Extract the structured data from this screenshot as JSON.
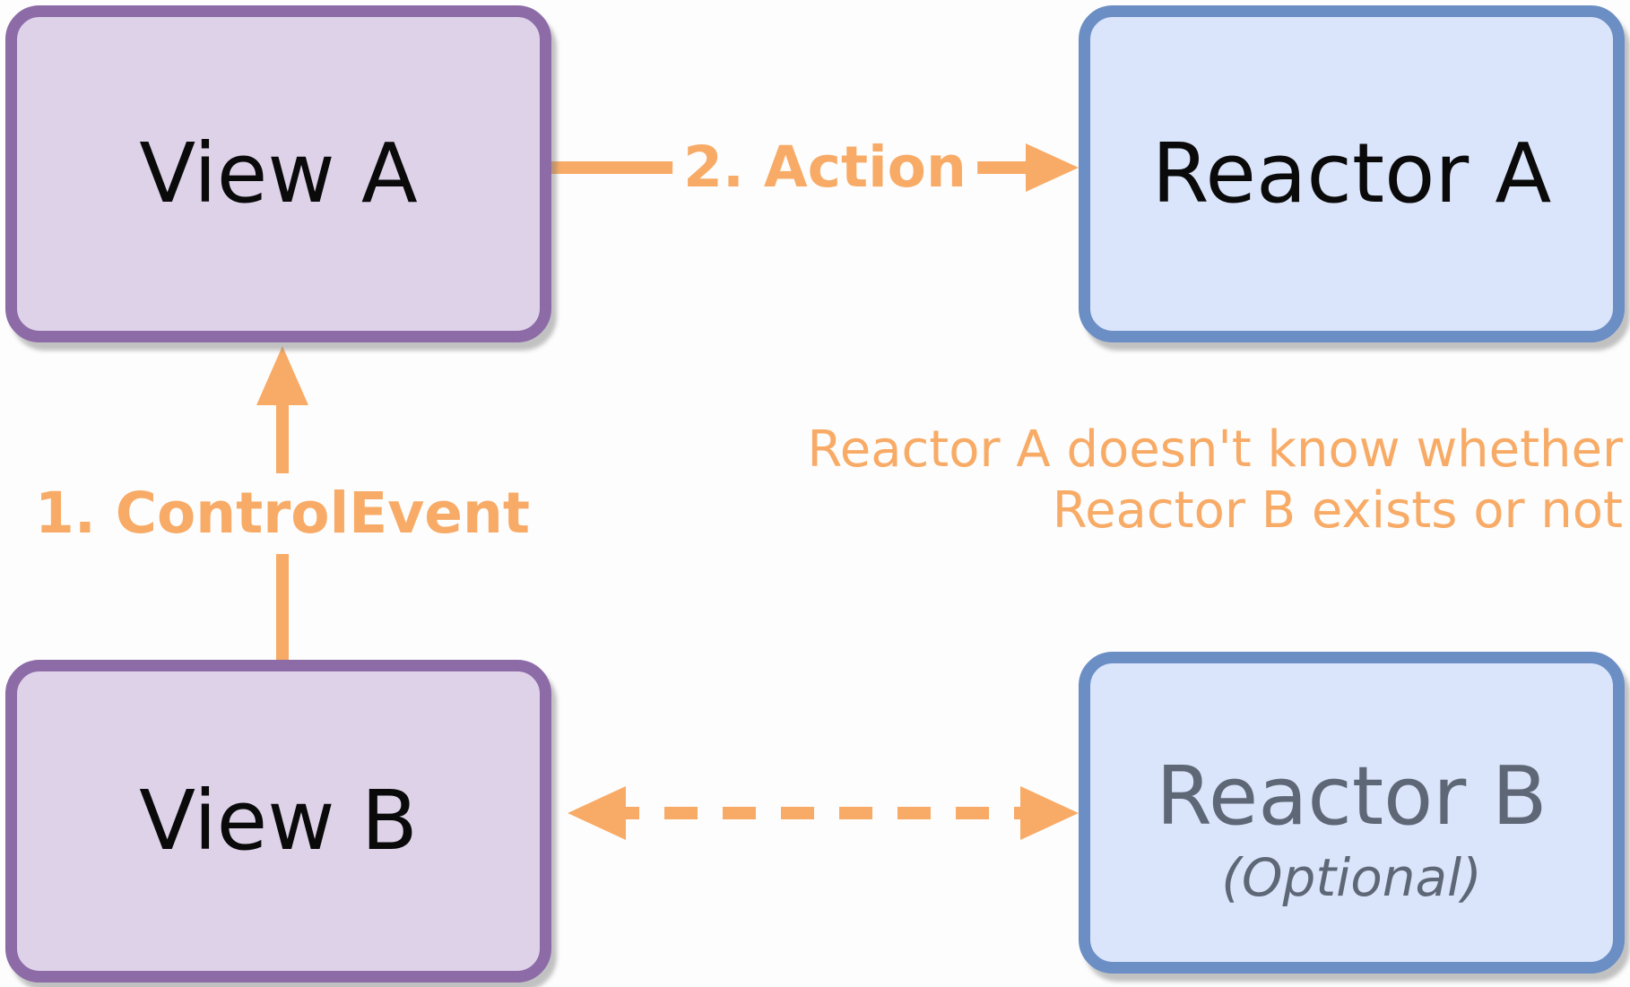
{
  "nodes": {
    "view_a": {
      "label": "View A"
    },
    "reactor_a": {
      "label": "Reactor A"
    },
    "view_b": {
      "label": "View B"
    },
    "reactor_b": {
      "label": "Reactor B",
      "sublabel": "(Optional)"
    }
  },
  "edges": {
    "control_event": {
      "label": "1. ControlEvent"
    },
    "action": {
      "label": "2. Action"
    }
  },
  "note": {
    "line1": "Reactor A doesn't know whether",
    "line2": "Reactor B exists or not"
  },
  "colors": {
    "background": "#FDFDFD",
    "arrow_orange": "#F8AB66",
    "view_fill": "#DED2E9",
    "view_border": "#8C6BA7",
    "reactor_fill": "#DAE4FA",
    "reactor_border": "#6B8EC4",
    "reactor_b_text": "#5E6776",
    "node_text": "#0A0A0A"
  }
}
